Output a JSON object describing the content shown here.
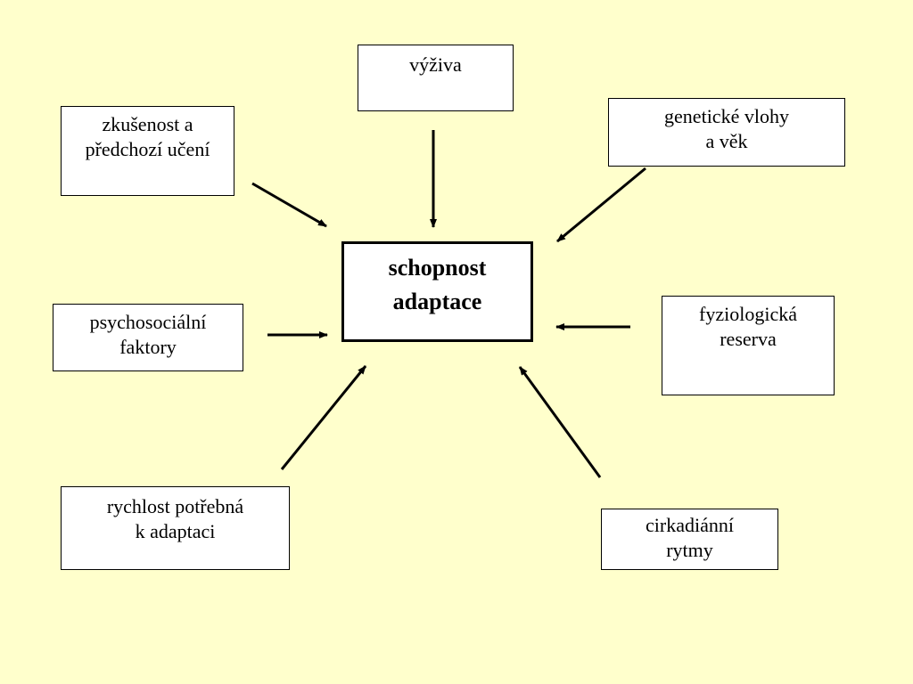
{
  "colors": {
    "background": "#ffffcc",
    "box_fill": "#ffffff",
    "stroke": "#000000"
  },
  "center": {
    "line1": "schopnost",
    "line2": "adaptace"
  },
  "factors": {
    "vyziva": {
      "line1": "výživa"
    },
    "zkusenost": {
      "line1": "zkušenost a",
      "line2": "předchozí učení"
    },
    "geneticke": {
      "line1": "genetické vlohy",
      "line2": "a věk"
    },
    "psychosocialni": {
      "line1": "psychosociální",
      "line2": "faktory"
    },
    "fyziologicka": {
      "line1": "fyziologická",
      "line2": "reserva"
    },
    "rychlost": {
      "line1": "rychlost potřebná",
      "line2": "k adaptaci"
    },
    "cirkadianni": {
      "line1": "cirkadiánní",
      "line2": "rytmy"
    }
  }
}
